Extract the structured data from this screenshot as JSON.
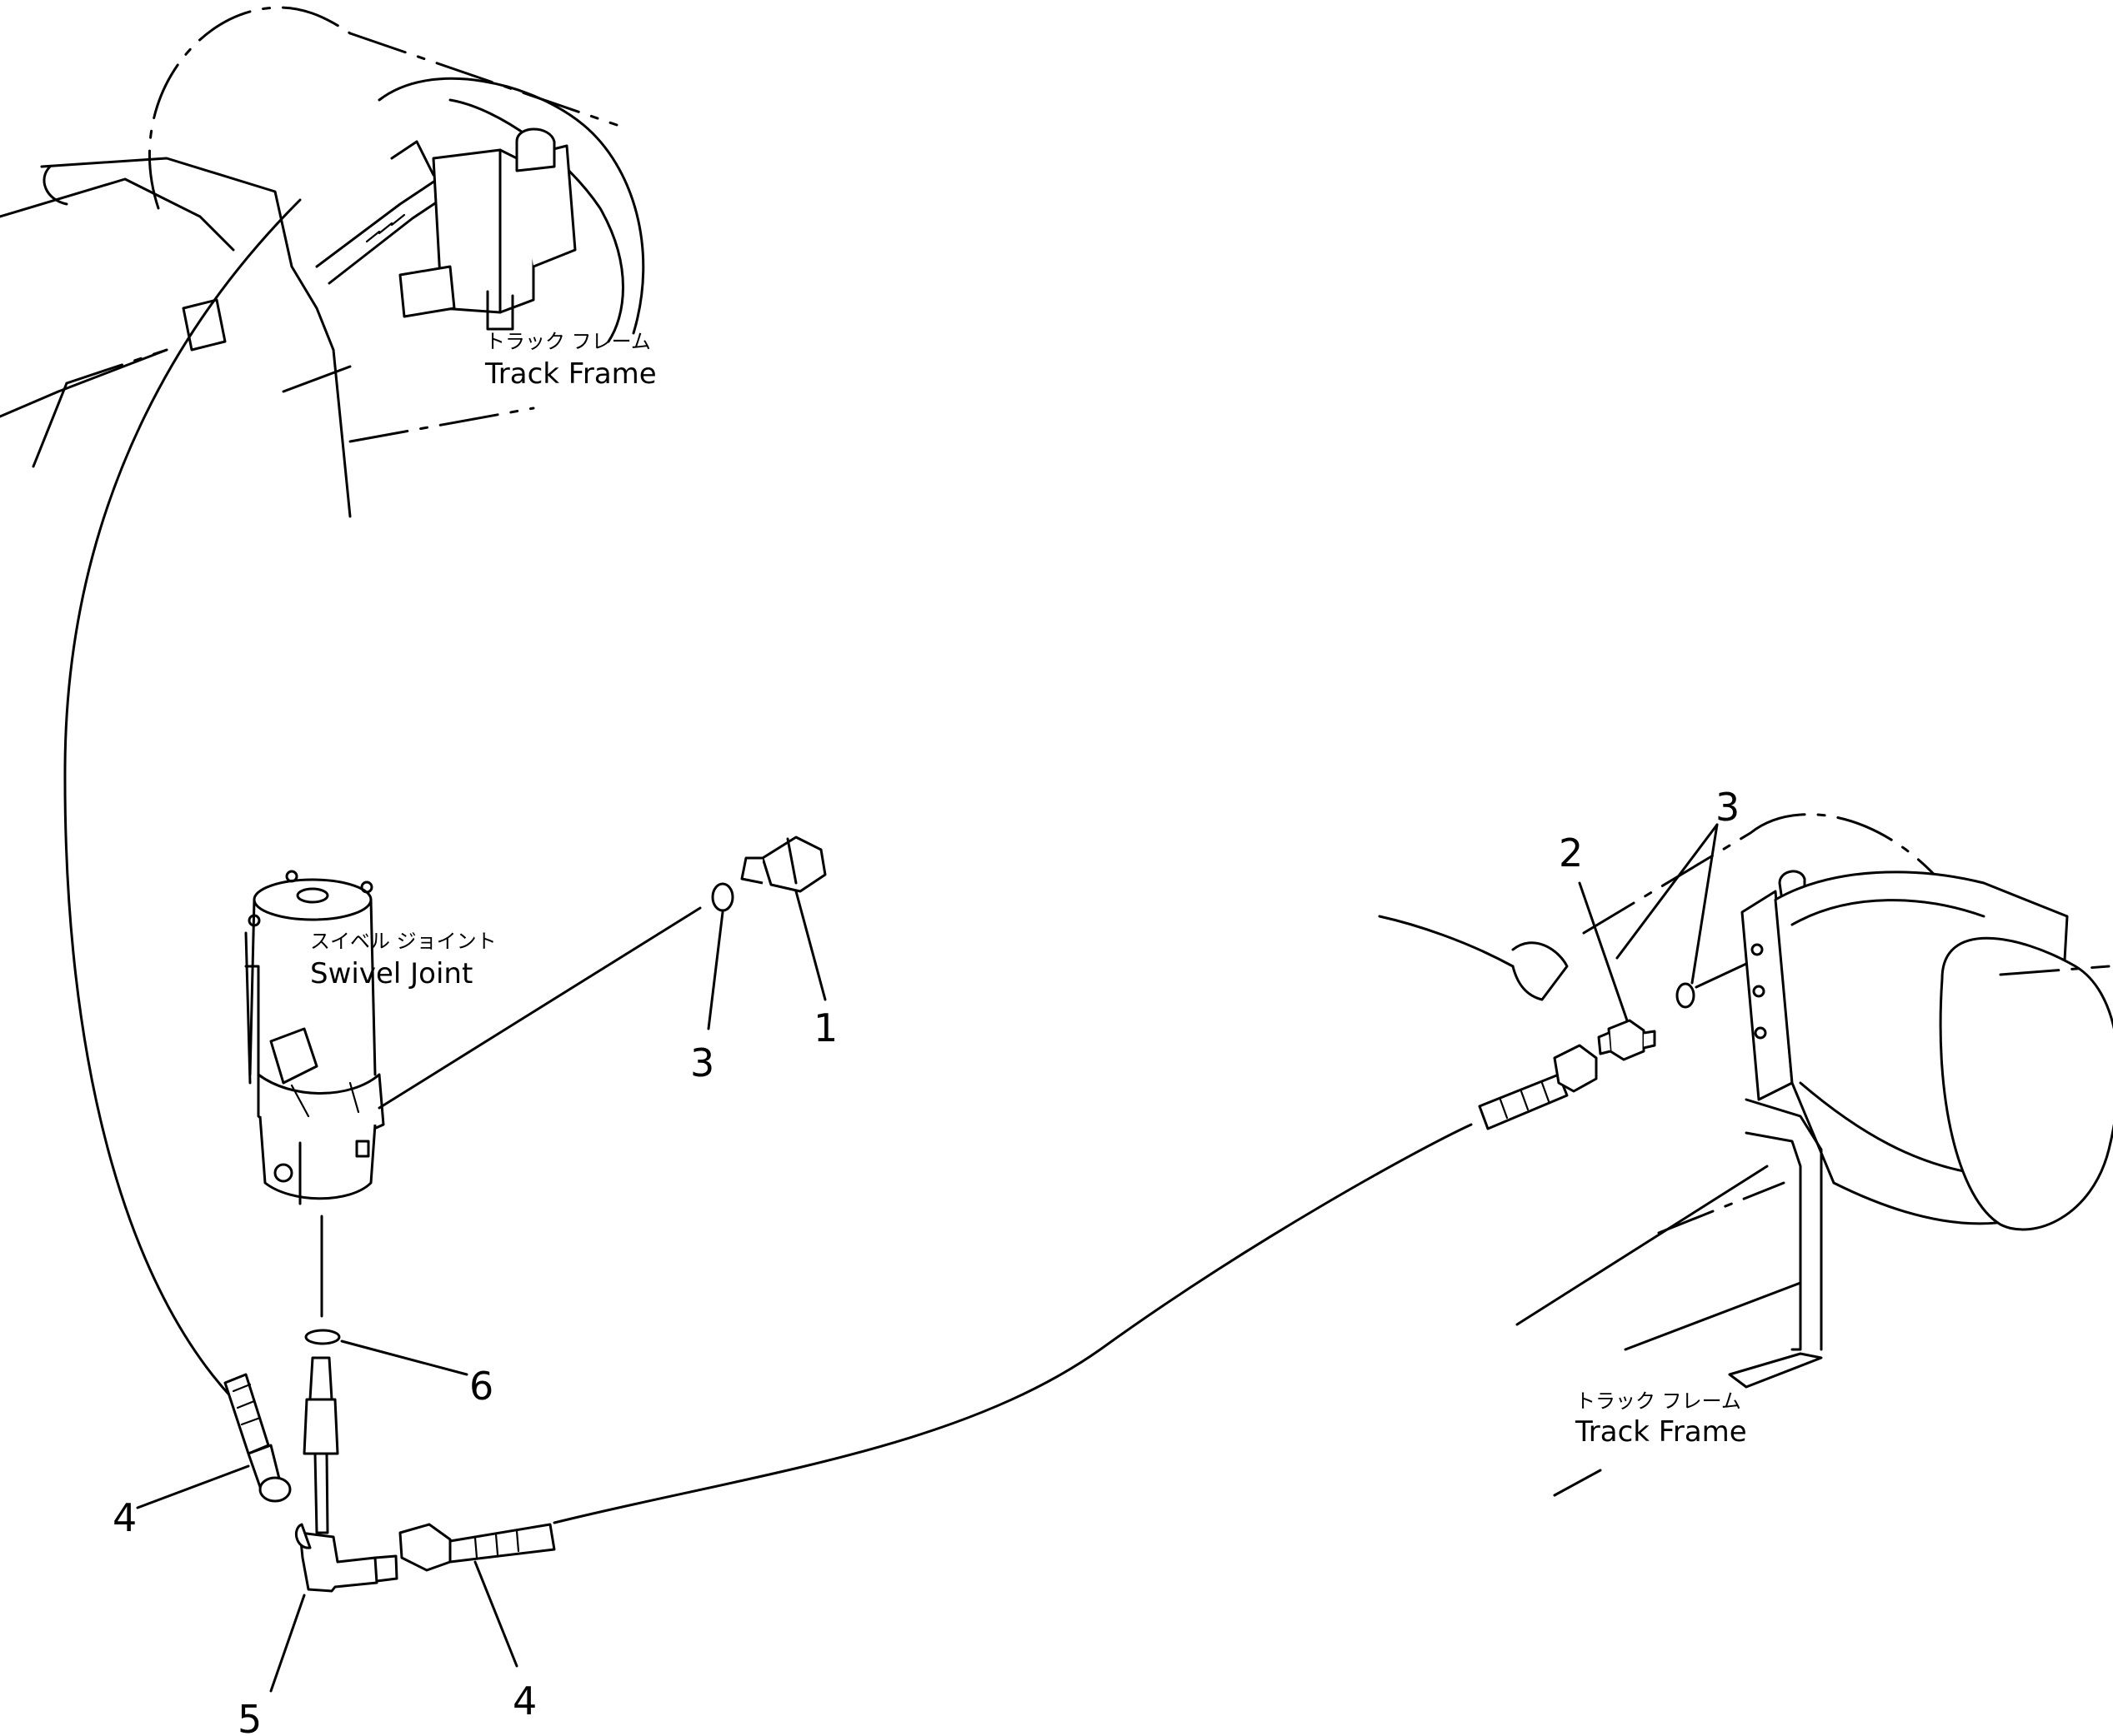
{
  "labels": {
    "track_frame_top_jp": "トラック フレーム",
    "track_frame_top_en": "Track Frame",
    "swivel_joint_jp": "スイベル ジョイント",
    "swivel_joint_en": "Swivel Joint",
    "track_frame_right_jp": "トラック フレーム",
    "track_frame_right_en": "Track Frame"
  },
  "callouts": {
    "c1": "1",
    "c2": "2",
    "c3_center": "3",
    "c3_right": "3",
    "c4_left": "4",
    "c4_bottom": "4",
    "c5": "5",
    "c6": "6"
  }
}
